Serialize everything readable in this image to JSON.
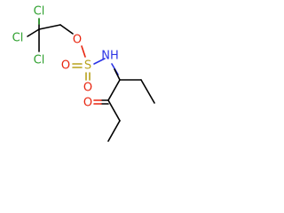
{
  "molecule": {
    "atoms": {
      "cl1": {
        "symbol": "Cl",
        "color": "#2ea02e"
      },
      "cl2": {
        "symbol": "Cl",
        "color": "#2ea02e"
      },
      "cl3": {
        "symbol": "Cl",
        "color": "#2ea02e"
      },
      "o_ester": {
        "symbol": "O",
        "color": "#e8240e"
      },
      "s": {
        "symbol": "S",
        "color": "#b8a21c"
      },
      "o_s1": {
        "symbol": "O",
        "color": "#e8240e"
      },
      "o_s2": {
        "symbol": "O",
        "color": "#e8240e"
      },
      "n": {
        "symbol": "NH",
        "color": "#2c35e6"
      },
      "o_ketone": {
        "symbol": "O",
        "color": "#e8240e"
      }
    }
  }
}
